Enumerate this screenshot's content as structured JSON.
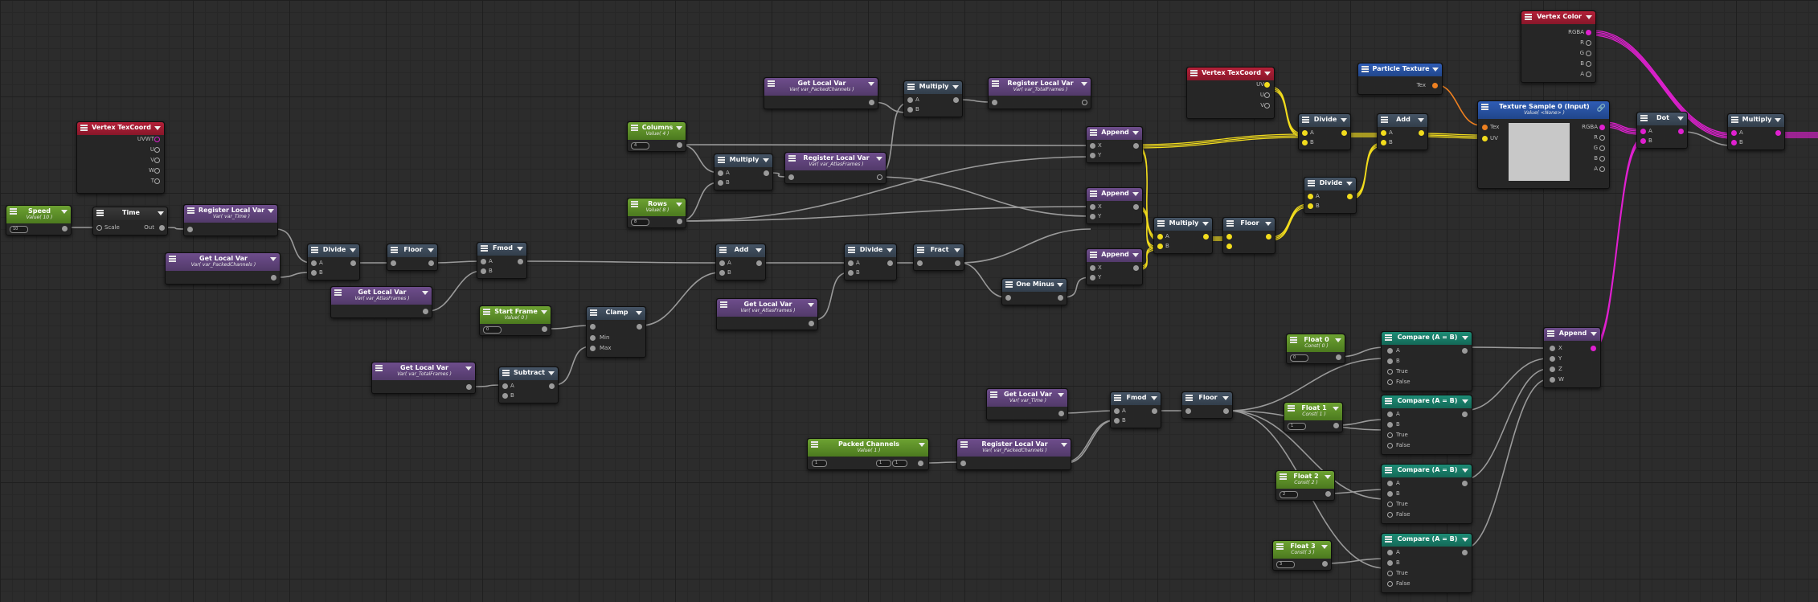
{
  "colors": {
    "bool_wire": "#f2dc1d",
    "color_wire": "#e020d0",
    "texture_wire": "#ee8020",
    "float_wire": "#9a9a9a"
  },
  "nodes": {
    "vertex_texcoord_1": {
      "title": "Vertex TexCoord",
      "ports": [
        "UVWT",
        "U",
        "V",
        "W",
        "T"
      ]
    },
    "speed": {
      "title": "Speed",
      "subtitle": "Value( 10 )",
      "field": "10"
    },
    "time": {
      "title": "Time",
      "in": "Scale",
      "out": "Out"
    },
    "register_time": {
      "title": "Register Local Var",
      "subtitle": "Var( var_Time )"
    },
    "get_packed_1": {
      "title": "Get Local Var",
      "subtitle": "Var( var_PackedChannels )"
    },
    "divide_1": {
      "title": "Divide",
      "a": "A",
      "b": "B"
    },
    "floor_1": {
      "title": "Floor"
    },
    "get_atlas_1": {
      "title": "Get Local Var",
      "subtitle": "Var( var_AtlasFrames )"
    },
    "fmod_1": {
      "title": "Fmod",
      "a": "A",
      "b": "B"
    },
    "start_frame": {
      "title": "Start Frame",
      "subtitle": "Value( 0 )",
      "field": "0"
    },
    "clamp": {
      "title": "Clamp",
      "min": "Min",
      "max": "Max"
    },
    "get_total_1": {
      "title": "Get Local Var",
      "subtitle": "Var( var_TotalFrames )"
    },
    "subtract": {
      "title": "Subtract",
      "a": "A",
      "b": "B"
    },
    "columns": {
      "title": "Columns",
      "subtitle": "Value( 4 )",
      "field": "4"
    },
    "rows": {
      "title": "Rows",
      "subtitle": "Value( 8 )",
      "field": "8"
    },
    "multiply_1": {
      "title": "Multiply",
      "a": "A",
      "b": "B"
    },
    "register_atlas": {
      "title": "Register Local Var",
      "subtitle": "Var( var_AtlasFrames )"
    },
    "get_packed_2": {
      "title": "Get Local Var",
      "subtitle": "Var( var_PackedChannels )"
    },
    "multiply_2": {
      "title": "Multiply",
      "a": "A",
      "b": "B"
    },
    "register_total": {
      "title": "Register Local Var",
      "subtitle": "Var( var_TotalFrames )"
    },
    "add_1": {
      "title": "Add",
      "a": "A",
      "b": "B"
    },
    "get_atlas_2": {
      "title": "Get Local Var",
      "subtitle": "Var( var_AtlasFrames )"
    },
    "divide_2": {
      "title": "Divide",
      "a": "A",
      "b": "B"
    },
    "fract": {
      "title": "Fract"
    },
    "one_minus": {
      "title": "One Minus"
    },
    "append_1": {
      "title": "Append",
      "x": "X",
      "y": "Y"
    },
    "append_2": {
      "title": "Append",
      "x": "X",
      "y": "Y"
    },
    "append_3": {
      "title": "Append",
      "x": "X",
      "y": "Y"
    },
    "multiply_3": {
      "title": "Multiply",
      "a": "A",
      "b": "B"
    },
    "floor_2": {
      "title": "Floor"
    },
    "vertex_texcoord_2": {
      "title": "Vertex TexCoord",
      "ports": [
        "UV",
        "U",
        "V"
      ]
    },
    "divide_3": {
      "title": "Divide",
      "a": "A",
      "b": "B"
    },
    "divide_4": {
      "title": "Divide",
      "a": "A",
      "b": "B"
    },
    "add_2": {
      "title": "Add",
      "a": "A",
      "b": "B"
    },
    "particle_texture": {
      "title": "Particle Texture",
      "out": "Tex"
    },
    "texture_sample": {
      "title": "Texture Sample 0 (Input)",
      "subtitle": "Value( <None> )",
      "in": [
        "Tex",
        "UV"
      ],
      "out": [
        "RGBA",
        "R",
        "G",
        "B",
        "A"
      ]
    },
    "vertex_color": {
      "title": "Vertex Color",
      "ports": [
        "RGBA",
        "R",
        "G",
        "B",
        "A"
      ]
    },
    "dot": {
      "title": "Dot",
      "a": "A",
      "b": "B"
    },
    "multiply_4": {
      "title": "Multiply",
      "a": "A",
      "b": "B"
    },
    "float0": {
      "title": "Float 0",
      "subtitle": "Const( 0 )",
      "field": "0"
    },
    "float1": {
      "title": "Float 1",
      "subtitle": "Const( 1 )",
      "field": "1"
    },
    "float2": {
      "title": "Float 2",
      "subtitle": "Const( 2 )",
      "field": "2"
    },
    "float3": {
      "title": "Float 3",
      "subtitle": "Const( 3 )",
      "field": "3"
    },
    "compare": {
      "title": "Compare (A = B)",
      "ports": [
        "A",
        "B",
        "True",
        "False"
      ]
    },
    "append_4": {
      "title": "Append",
      "ports": [
        "X",
        "Y",
        "Z",
        "W"
      ]
    },
    "get_time": {
      "title": "Get Local Var",
      "subtitle": "Var( var_Time )"
    },
    "fmod_2": {
      "title": "Fmod",
      "a": "A",
      "b": "B"
    },
    "floor_3": {
      "title": "Floor"
    },
    "packed_channels": {
      "title": "Packed Channels",
      "subtitle": "Value( 1 )",
      "fields": [
        "1",
        "1",
        "1"
      ]
    },
    "register_packed": {
      "title": "Register Local Var",
      "subtitle": "Var( var_PackedChannels )"
    }
  }
}
